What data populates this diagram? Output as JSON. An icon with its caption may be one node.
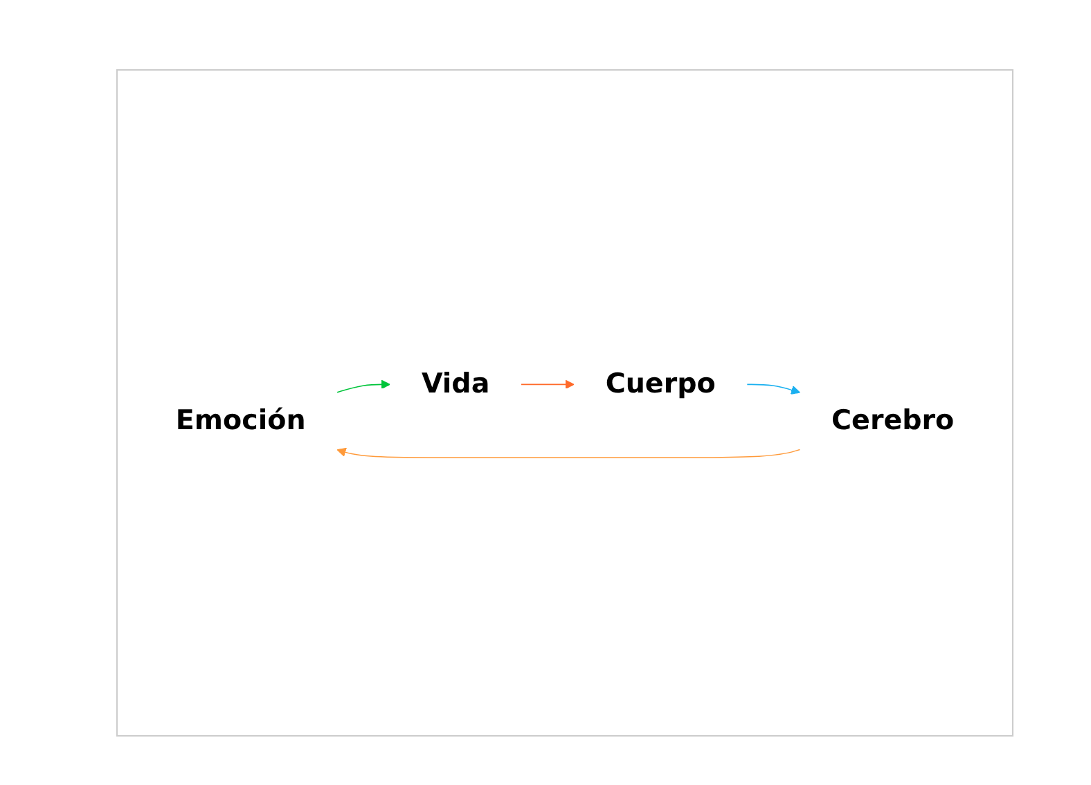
{
  "diagram": {
    "nodes": [
      {
        "text": [
          "Emoción"
        ]
      },
      {
        "text": [
          "Vida"
        ]
      },
      {
        "text": [
          "Cuerpo"
        ]
      },
      {
        "text": [
          "Cerebro"
        ]
      }
    ],
    "edges": [
      {
        "from": 0,
        "to": 1,
        "arrow": "to",
        "color": "#00c43a"
      },
      {
        "from": 1,
        "to": 2,
        "arrow": "to",
        "color": "#ff6a2a"
      },
      {
        "from": 2,
        "to": 3,
        "arrow": "to",
        "color": "#1ab0f0"
      },
      {
        "from": 3,
        "to": 0,
        "arrow": "to",
        "color": "#ff9a3a"
      }
    ]
  }
}
